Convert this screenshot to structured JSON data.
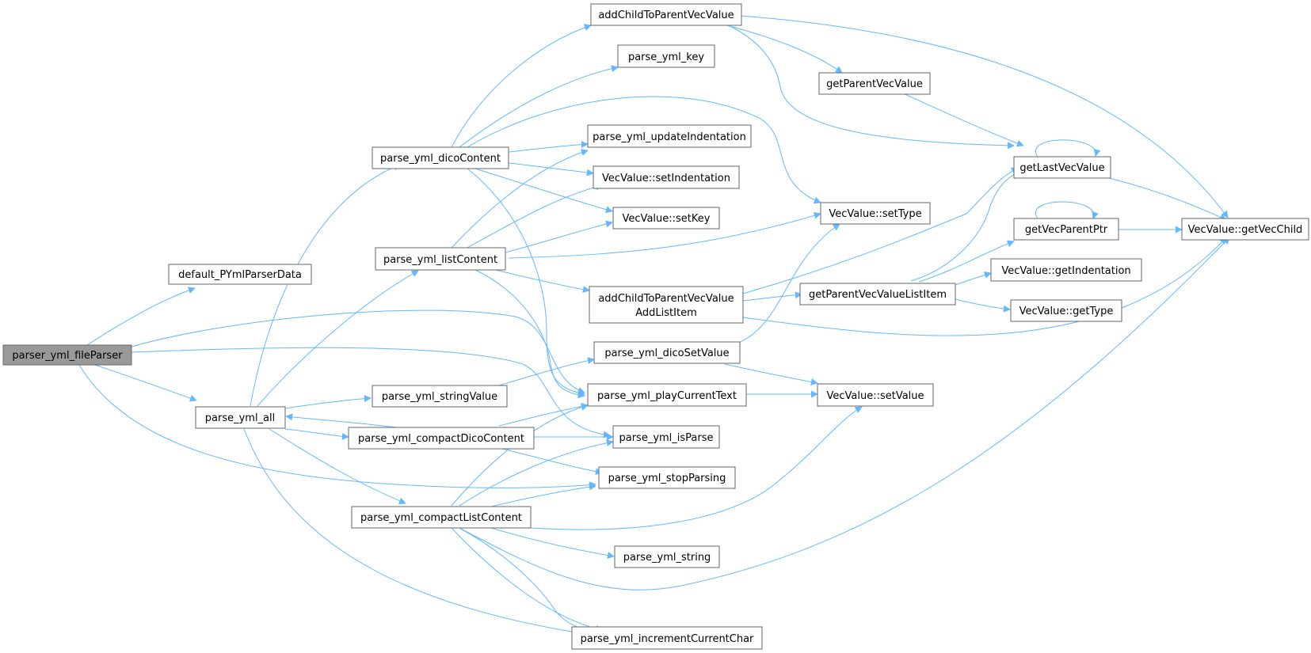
{
  "nodes": {
    "fileParser": "parser_yml_fileParser",
    "defaultData": "default_PYmlParserData",
    "all": "parse_yml_all",
    "dicoContent": "parse_yml_dicoContent",
    "listContent": "parse_yml_listContent",
    "stringValue": "parse_yml_stringValue",
    "compactDico": "parse_yml_compactDicoContent",
    "compactList": "parse_yml_compactListContent",
    "addChild": "addChildToParentVecValue",
    "key": "parse_yml_key",
    "updateIndent": "parse_yml_updateIndentation",
    "setIndent": "VecValue::setIndentation",
    "setKey": "VecValue::setKey",
    "addChildList": [
      "addChildToParentVecValue",
      "AddListItem"
    ],
    "dicoSetValue": "parse_yml_dicoSetValue",
    "playText": "parse_yml_playCurrentText",
    "isParse": "parse_yml_isParse",
    "stopParsing": "parse_yml_stopParsing",
    "string": "parse_yml_string",
    "incChar": "parse_yml_incrementCurrentChar",
    "getParent": "getParentVecValue",
    "setType": "VecValue::setType",
    "getParentList": "getParentVecValueListItem",
    "setValue": "VecValue::setValue",
    "getLast": "getLastVecValue",
    "getVecParent": "getVecParentPtr",
    "getIndent": "VecValue::getIndentation",
    "getType": "VecValue::getType",
    "getVecChild": "VecValue::getVecChild"
  },
  "colors": {
    "edge": "#63b8ff",
    "root_fill": "#999999",
    "node_border": "#666666"
  }
}
